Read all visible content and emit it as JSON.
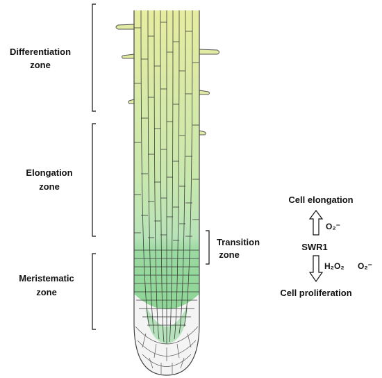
{
  "zones": {
    "differentiation": [
      "Differentiation",
      "zone"
    ],
    "elongation": [
      "Elongation",
      "zone"
    ],
    "transition": [
      "Transition",
      "zone"
    ],
    "meristematic": [
      "Meristematic",
      "zone"
    ]
  },
  "pathway": {
    "top": "Cell elongation",
    "center": "SWR1",
    "up_label": "O₂⁻",
    "down_label_1": "H₂O₂",
    "down_label_2": "O₂⁻",
    "bottom": "Cell proliferation"
  },
  "colors": {
    "root_top": "#e6eca0",
    "root_mid": "#b5e2b6",
    "root_meristem": "#8fd898",
    "root_cap": "#f4f4f4",
    "outline": "#444444"
  }
}
